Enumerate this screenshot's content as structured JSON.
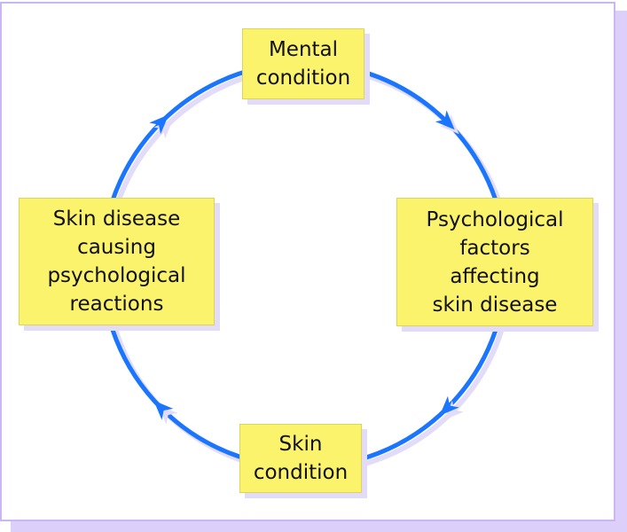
{
  "diagram": {
    "type": "cycle",
    "direction": "clockwise",
    "colors": {
      "box_fill": "#fbf36c",
      "arrow": "#1a75ff",
      "shadow": "#e3dcf8",
      "frame_border": "#c9b6f2"
    },
    "nodes": [
      {
        "id": "mental",
        "position": "top",
        "lines": [
          "Mental",
          "condition"
        ]
      },
      {
        "id": "psych-factors",
        "position": "right",
        "lines": [
          "Psychological",
          "factors",
          "affecting",
          "skin disease"
        ]
      },
      {
        "id": "skin",
        "position": "bottom",
        "lines": [
          "Skin",
          "condition"
        ]
      },
      {
        "id": "skin-disease-reactions",
        "position": "left",
        "lines": [
          "Skin disease",
          "causing",
          "psychological",
          "reactions"
        ]
      }
    ],
    "edges": [
      {
        "from": "mental",
        "to": "psych-factors"
      },
      {
        "from": "psych-factors",
        "to": "skin"
      },
      {
        "from": "skin",
        "to": "skin-disease-reactions"
      },
      {
        "from": "skin-disease-reactions",
        "to": "mental"
      }
    ]
  }
}
